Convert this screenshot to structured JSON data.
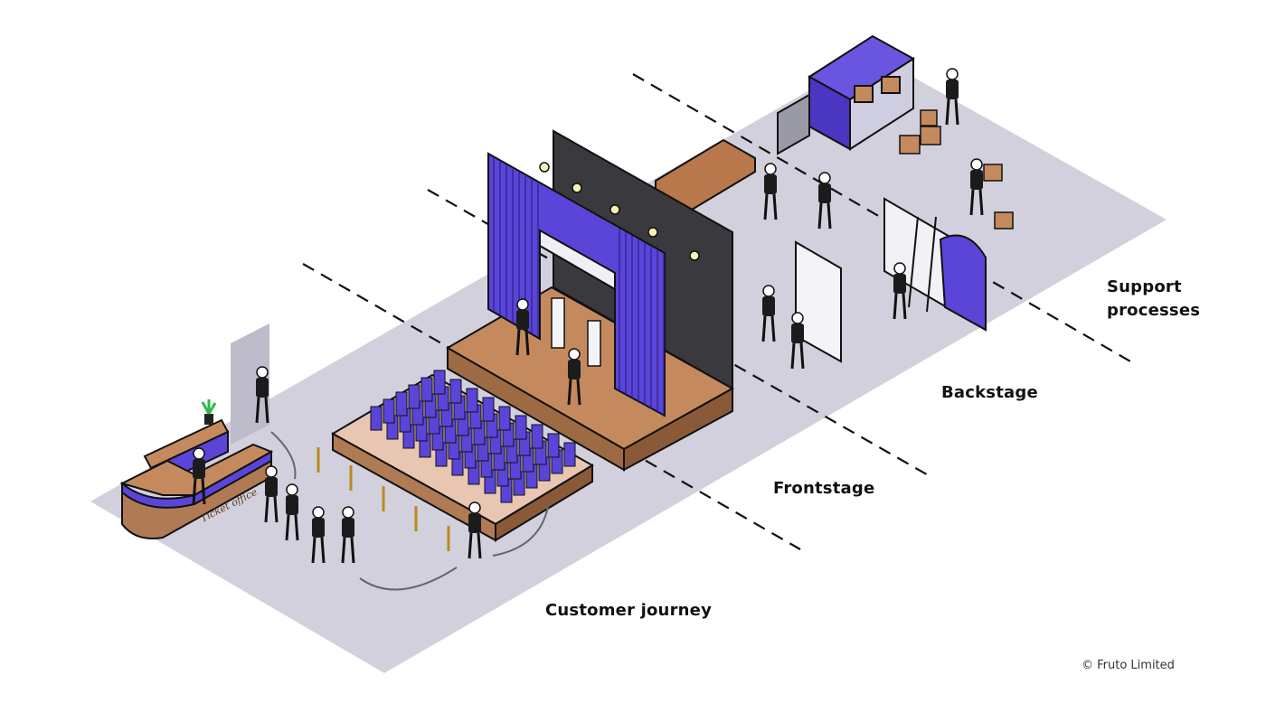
{
  "labels": {
    "support_processes": "Support\nprocesses",
    "support_line1": "Support",
    "support_line2": "processes",
    "backstage": "Backstage",
    "frontstage": "Frontstage",
    "customer_journey": "Customer journey",
    "ticket_office": "Ticket office"
  },
  "copyright": "© Fruto Limited",
  "colors": {
    "floor": "#d2d0dc",
    "purple": "#5a45d8",
    "wood": "#c48a5e",
    "backdrop": "#3a3a3e"
  }
}
